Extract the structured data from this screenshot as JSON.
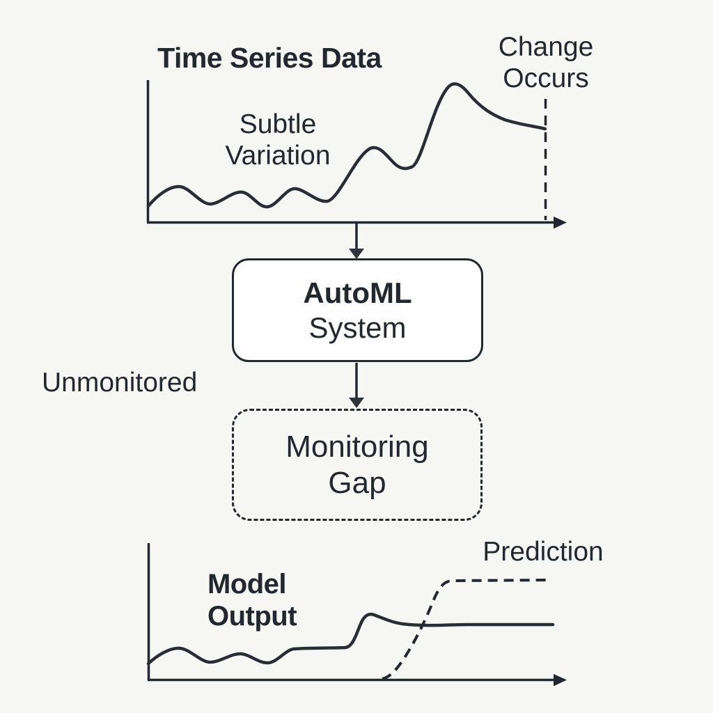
{
  "colors": {
    "background": "#f6f6f5",
    "ink": "#23272e",
    "box_fill": "#fefefe"
  },
  "top_chart": {
    "title": "Time Series Data",
    "annotation_lines": [
      "Subtle",
      "Variation"
    ],
    "event_lines": [
      "Change",
      "Occurs"
    ]
  },
  "flow": {
    "side_label": "Unmonitored",
    "automl_lines": [
      "AutoML",
      "System"
    ],
    "gap_lines": [
      "Monitoring",
      "Gap"
    ]
  },
  "bottom_chart": {
    "title_lines": [
      "Model",
      "Output"
    ],
    "prediction_label": "Prediction"
  }
}
